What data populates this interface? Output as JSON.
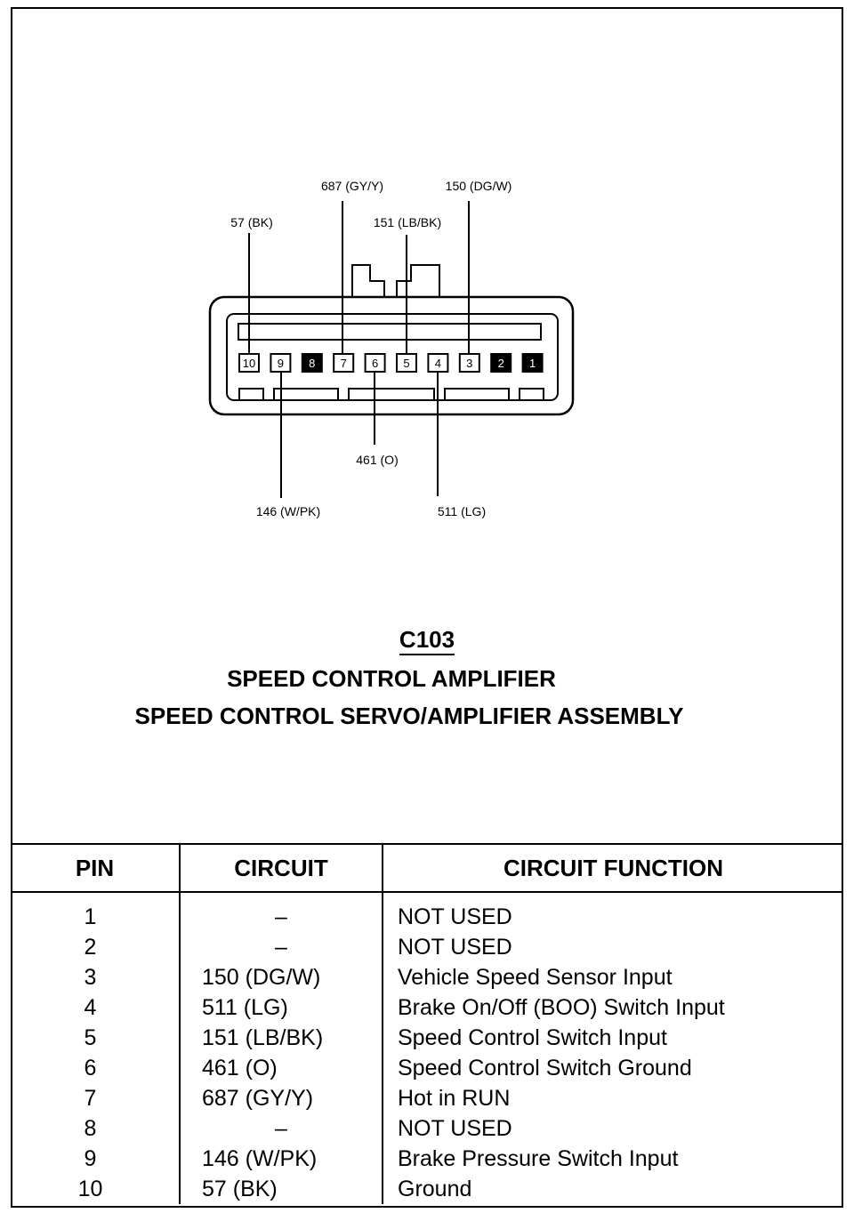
{
  "connector": {
    "name": "C103",
    "subtitle_1": "SPEED CONTROL AMPLIFIER",
    "subtitle_2": "SPEED CONTROL SERVO/AMPLIFIER ASSEMBLY",
    "pins_top_row": [
      "10",
      "9",
      "8",
      "7",
      "6",
      "5",
      "4",
      "3",
      "2",
      "1"
    ],
    "filled_pins": [
      "8",
      "2",
      "1"
    ],
    "wire_labels": {
      "w57": "57 (BK)",
      "w687": "687 (GY/Y)",
      "w151": "151 (LB/BK)",
      "w150": "150 (DG/W)",
      "w461": "461 (O)",
      "w146": "146 (W/PK)",
      "w511": "511 (LG)"
    }
  },
  "table": {
    "headers": {
      "pin": "PIN",
      "circuit": "CIRCUIT",
      "function": "CIRCUIT FUNCTION"
    },
    "rows": [
      {
        "pin": "1",
        "circuit": "–",
        "function": "NOT USED"
      },
      {
        "pin": "2",
        "circuit": "–",
        "function": "NOT USED"
      },
      {
        "pin": "3",
        "circuit": "150 (DG/W)",
        "function": "Vehicle Speed Sensor Input"
      },
      {
        "pin": "4",
        "circuit": "511 (LG)",
        "function": "Brake On/Off (BOO) Switch Input"
      },
      {
        "pin": "5",
        "circuit": "151 (LB/BK)",
        "function": "Speed Control Switch Input"
      },
      {
        "pin": "6",
        "circuit": "461 (O)",
        "function": "Speed Control Switch Ground"
      },
      {
        "pin": "7",
        "circuit": "687 (GY/Y)",
        "function": "Hot in RUN"
      },
      {
        "pin": "8",
        "circuit": "–",
        "function": "NOT USED"
      },
      {
        "pin": "9",
        "circuit": "146 (W/PK)",
        "function": "Brake Pressure Switch Input"
      },
      {
        "pin": "10",
        "circuit": "57 (BK)",
        "function": "Ground"
      }
    ]
  }
}
